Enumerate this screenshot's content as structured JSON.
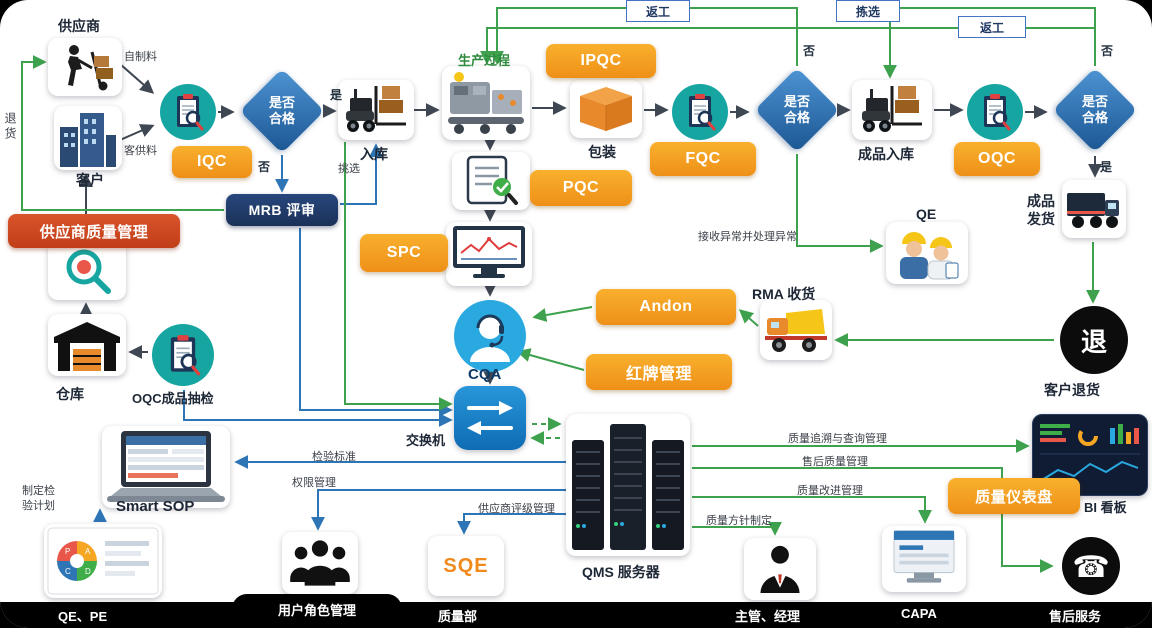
{
  "labels": {
    "supplier": "供应商",
    "self_material": "自制料",
    "customer_material": "客供料",
    "customer": "客户",
    "return_goods": "退货",
    "iqc": "IQC",
    "decision": "是否合格",
    "yes": "是",
    "no": "否",
    "mrb": "MRB 评审",
    "sorting": "挑选",
    "warehouse_in": "入库",
    "production": "生产过程",
    "ipqc": "IPQC",
    "packing": "包装",
    "pqc": "PQC",
    "fqc": "FQC",
    "fg_warehouse": "成品入库",
    "oqc": "OQC",
    "shipping": "成品发货",
    "spc": "SPC",
    "qe": "QE",
    "exception_note": "接收异常并处理异常",
    "andon": "Andon",
    "rma": "RMA 收货",
    "red_tag": "红牌管理",
    "cqa": "CQA",
    "return_big": "退",
    "customer_return": "客户退货",
    "rework": "返工",
    "pick": "拣选",
    "sqm": "供应商质量管理",
    "warehouse": "仓库",
    "oqc_sampling": "OQC成品抽检",
    "switch": "交换机",
    "qms_server": "QMS 服务器",
    "smart_sop": "Smart SOP",
    "plan_note": "制定检验计划",
    "qe_pe": "QE、PE",
    "standard_note": "检验标准",
    "permission_note": "权限管理",
    "rating_note": "供应商评级管理",
    "user_role": "用户角色管理",
    "sqe": "SQE",
    "quality_dept": "质量部",
    "trace_note": "质量追溯与查询管理",
    "aftersale_note": "售后质量管理",
    "improve_note": "质量改进管理",
    "policy_note": "质量方针制定",
    "dashboard": "质量仪表盘",
    "bi": "BI 看板",
    "manager": "主管、经理",
    "capa": "CAPA",
    "service": "售后服务"
  },
  "colors": {
    "badge_orange": "#F6A21E",
    "badge_red": "#D2491E",
    "badge_navy": "#1F3864",
    "diamond_blue": "#2A6FB0",
    "arrow_green": "#3DA14D",
    "arrow_blue": "#2E75B6",
    "arrow_dark": "#3F4753",
    "inspection_teal": "#16A5A0",
    "cqa_blue": "#2AA9E0",
    "black": "#0C0C0C"
  }
}
